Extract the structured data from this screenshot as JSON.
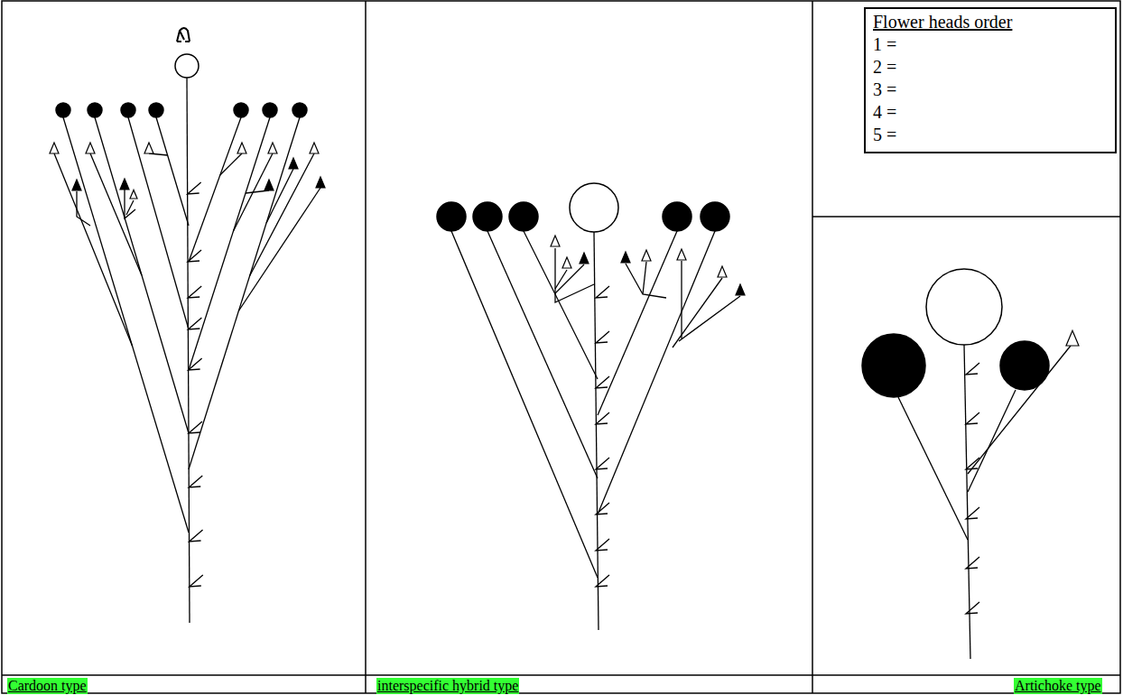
{
  "diagram": {
    "nodes": [
      {
        "text": [
          "Flower heads order",
          "1 =",
          "2 =",
          "3 =",
          "4 =",
          "5 ="
        ]
      }
    ],
    "labels": [
      "Cardoon type",
      "interspecific hybrid type",
      "Artichoke type"
    ]
  }
}
